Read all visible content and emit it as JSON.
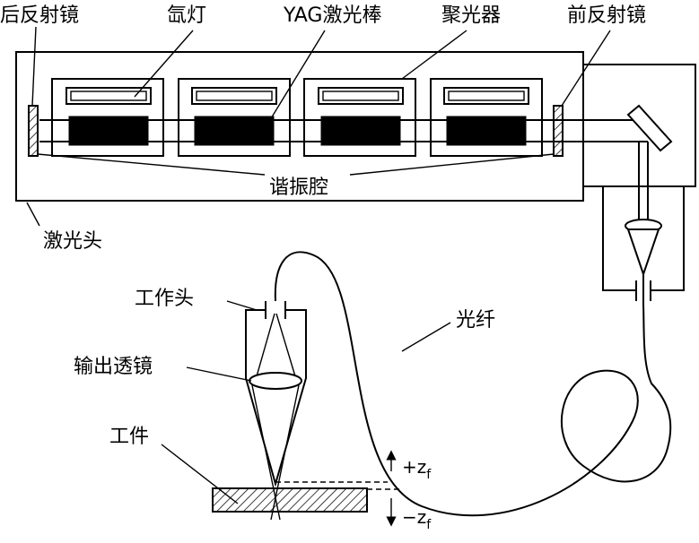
{
  "labels": {
    "rear_mirror": "后反射镜",
    "xenon_lamp": "氙灯",
    "yag_rod": "YAG激光棒",
    "concentrator": "聚光器",
    "front_mirror": "前反射镜",
    "resonator": "谐振腔",
    "laser_head": "激光头",
    "work_head": "工作头",
    "output_lens": "输出透镜",
    "fiber": "光纤",
    "workpiece": "工件",
    "plus_zf": "+z",
    "minus_zf": "−z",
    "subscript_f": "f"
  },
  "colors": {
    "line": "#000000",
    "background": "#ffffff"
  }
}
